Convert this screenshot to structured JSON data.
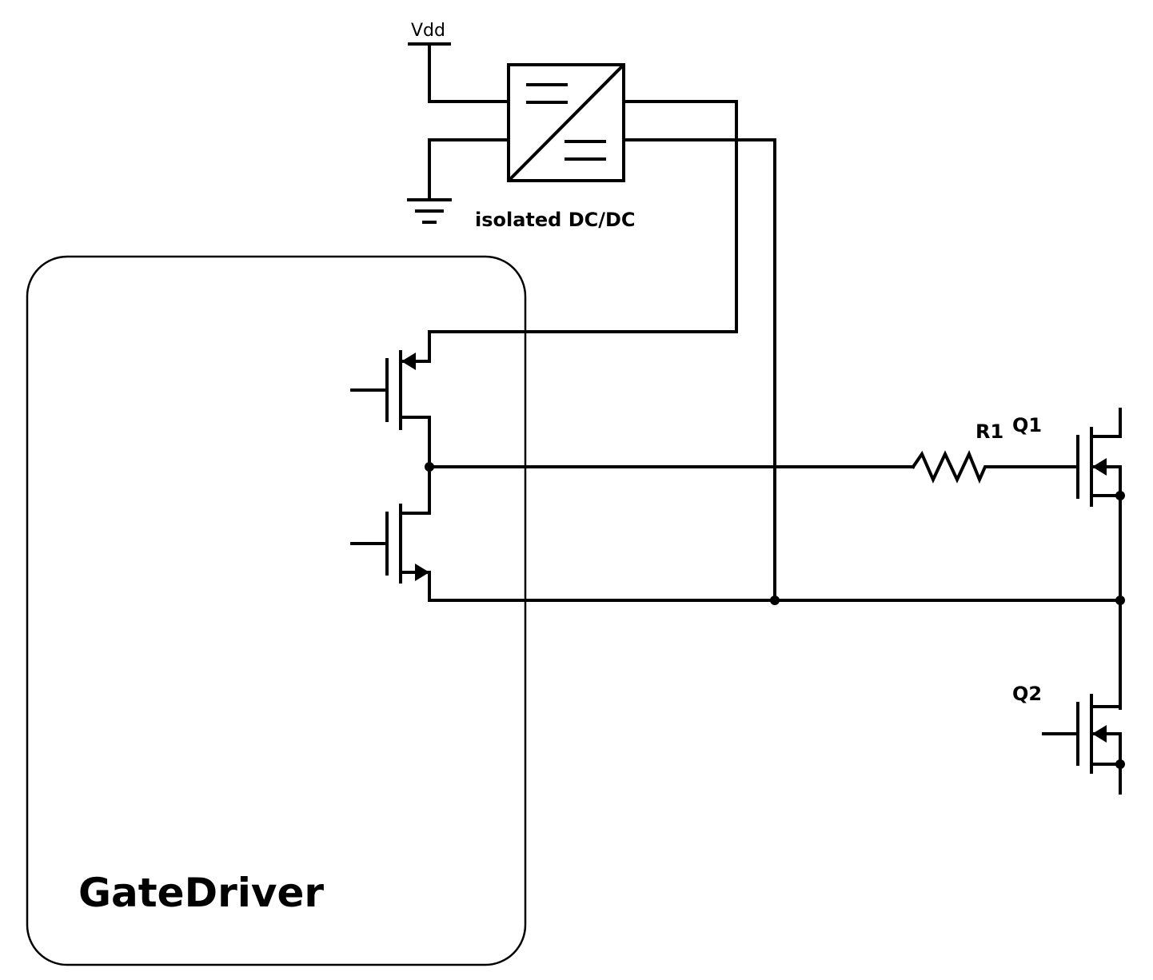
{
  "labels": {
    "vdd": "Vdd",
    "dcdc": "isolated DC/DC",
    "gate_driver": "GateDriver",
    "r1": "R1",
    "q1": "Q1",
    "q2": "Q2"
  },
  "colors": {
    "ink": "#000000",
    "background": "#ffffff"
  }
}
